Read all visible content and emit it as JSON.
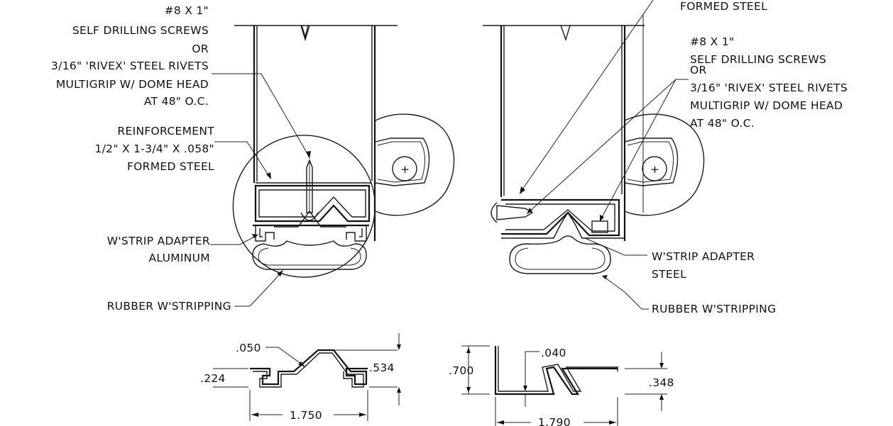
{
  "left_detail": {
    "screw_note": [
      "#8 X 1\"",
      "SELF DRILLING SCREWS",
      "OR",
      "3/16\" 'RIVEX' STEEL RIVETS",
      "MULTIGRIP W/ DOME HEAD",
      "AT 48\" O.C."
    ],
    "reinforcement_note": [
      "REINFORCEMENT",
      "1/2\" X 1-3/4\" X .058\"",
      "FORMED STEEL"
    ],
    "adapter_note": [
      "W'STRIP ADAPTER",
      "ALUMINUM"
    ],
    "rubber_note": "RUBBER W'STRIPPING",
    "roller_symbol": "+"
  },
  "right_detail": {
    "formed_steel_note": "FORMED STEEL",
    "screw_note": [
      "#8 X 1\"",
      "SELF DRILLING SCREWS",
      "OR",
      "3/16\" 'RIVEX' STEEL RIVETS",
      "MULTIGRIP W/ DOME HEAD",
      "AT 48\" O.C."
    ],
    "adapter_note": [
      "W'STRIP ADAPTER",
      "STEEL"
    ],
    "rubber_note": "RUBBER W'STRIPPING",
    "roller_symbol": "+"
  },
  "aluminum_profile": {
    "thickness": ".050",
    "height_left": ".224",
    "height_total": ".534",
    "width": "1.750"
  },
  "steel_profile": {
    "thickness": ".040",
    "height_flange": ".700",
    "height_ridge": ".348",
    "width": "1.790"
  }
}
